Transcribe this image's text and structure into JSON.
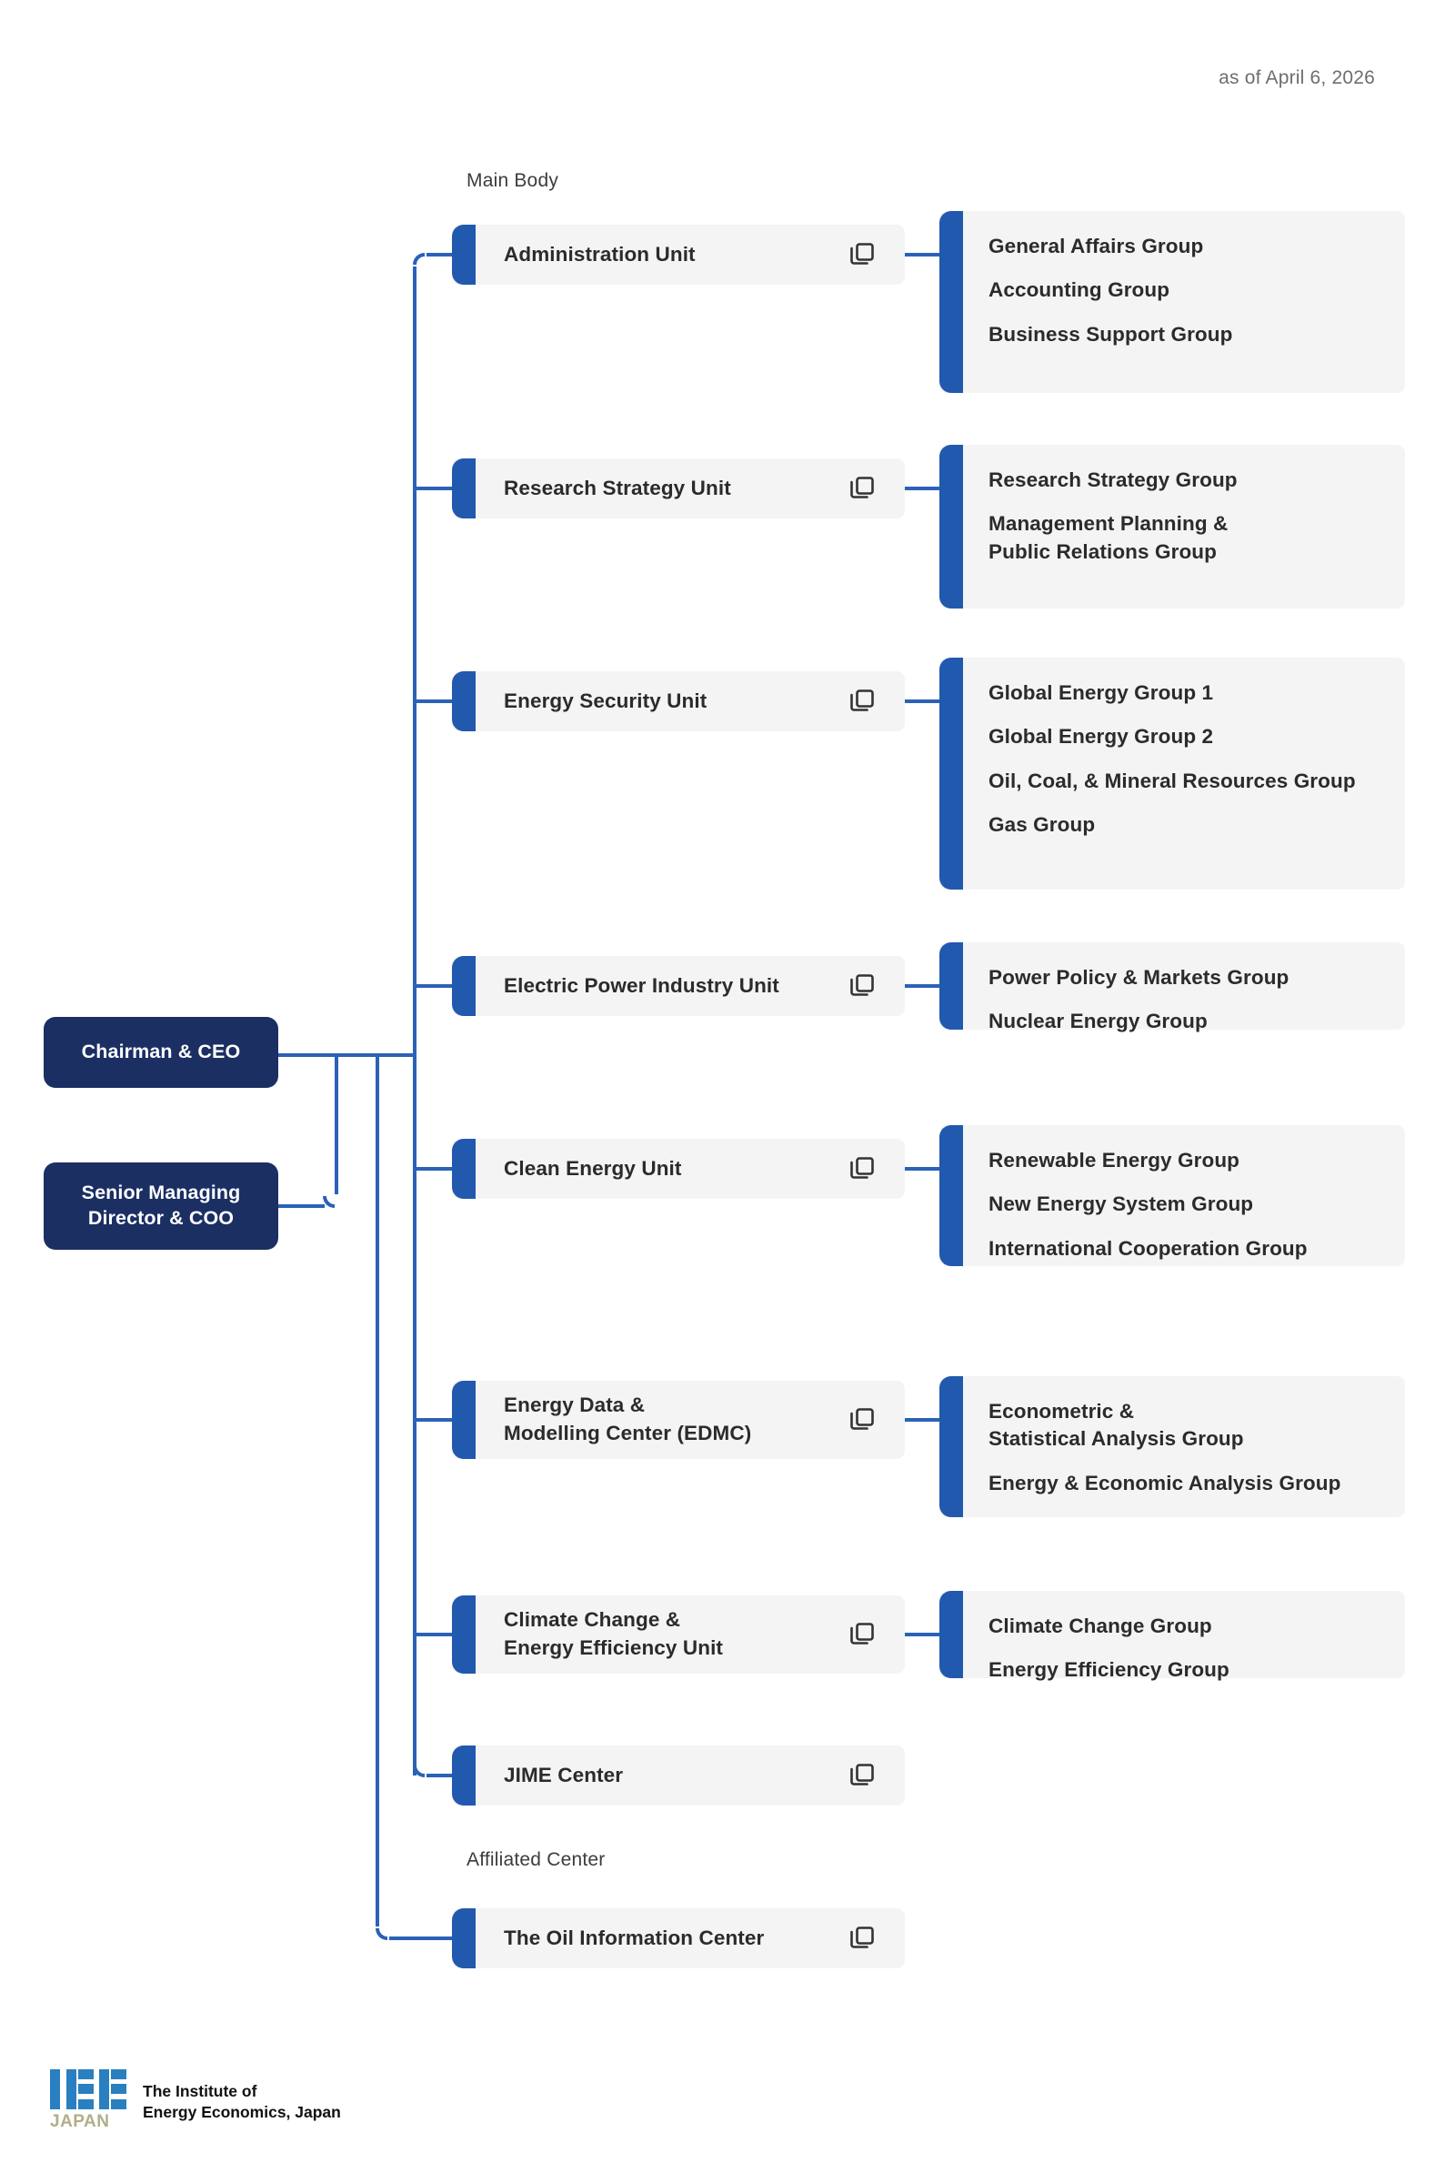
{
  "meta": {
    "as_of": "as of April 6, 2026",
    "accent_blue": "#2159ae",
    "line_blue": "#2a62b6",
    "exec_navy": "#1b2f63",
    "card_grey": "#f4f4f4",
    "logo_blue": "#2a7fc0",
    "logo_olive": "#b2ad8a"
  },
  "sections": {
    "main_body_label": "Main Body",
    "affiliated_label": "Affiliated Center"
  },
  "executives": [
    {
      "title": "Chairman & CEO"
    },
    {
      "title": "Senior Managing\nDirector & COO"
    }
  ],
  "icons": {
    "copy": "copy-icon"
  },
  "units": [
    {
      "name": "Administration Unit",
      "icon": "copy-icon",
      "groups": [
        "General Affairs Group",
        "Accounting Group",
        "Business Support Group"
      ]
    },
    {
      "name": "Research Strategy Unit",
      "icon": "copy-icon",
      "groups": [
        "Research Strategy Group",
        "Management Planning &\nPublic Relations Group"
      ]
    },
    {
      "name": "Energy Security Unit",
      "icon": "copy-icon",
      "groups": [
        "Global Energy Group 1",
        "Global Energy Group 2",
        "Oil, Coal, & Mineral Resources Group",
        "Gas Group"
      ]
    },
    {
      "name": "Electric Power Industry Unit",
      "icon": "copy-icon",
      "groups": [
        "Power Policy & Markets Group",
        "Nuclear Energy Group"
      ]
    },
    {
      "name": "Clean Energy Unit",
      "icon": "copy-icon",
      "groups": [
        "Renewable Energy Group",
        "New Energy System Group",
        "International Cooperation Group"
      ]
    },
    {
      "name": "Energy Data &\nModelling Center (EDMC)",
      "icon": "copy-icon",
      "groups": [
        "Econometric &\nStatistical Analysis Group",
        "Energy & Economic Analysis Group"
      ]
    },
    {
      "name": "Climate Change &\nEnergy Efficiency Unit",
      "icon": "copy-icon",
      "groups": [
        "Climate Change Group",
        "Energy Efficiency Group"
      ]
    },
    {
      "name": "JIME Center",
      "icon": "copy-icon",
      "groups": []
    }
  ],
  "affiliated": [
    {
      "name": "The Oil Information Center",
      "icon": "copy-icon",
      "groups": []
    }
  ],
  "footer": {
    "logo_letters": "IEE",
    "logo_sub": "JAPAN",
    "org_name": "The Institute of\nEnergy Economics, Japan"
  }
}
